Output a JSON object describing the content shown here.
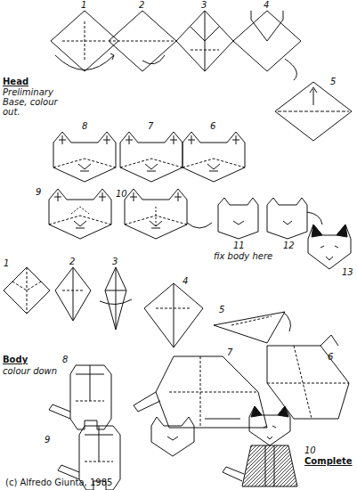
{
  "diagram": {
    "labels": [
      "1",
      "2",
      "3",
      "4",
      "Head",
      "Preliminary Base, colour out.",
      "5",
      "8",
      "7",
      "6",
      "9",
      "10",
      "11",
      "12",
      "fix body here",
      "13",
      "1",
      "2",
      "3",
      "4",
      "5",
      "6",
      "Body",
      "colour down",
      "8",
      "7",
      "9",
      "10",
      "Complete",
      "(c) Alfredo Giunta, 1985"
    ]
  }
}
